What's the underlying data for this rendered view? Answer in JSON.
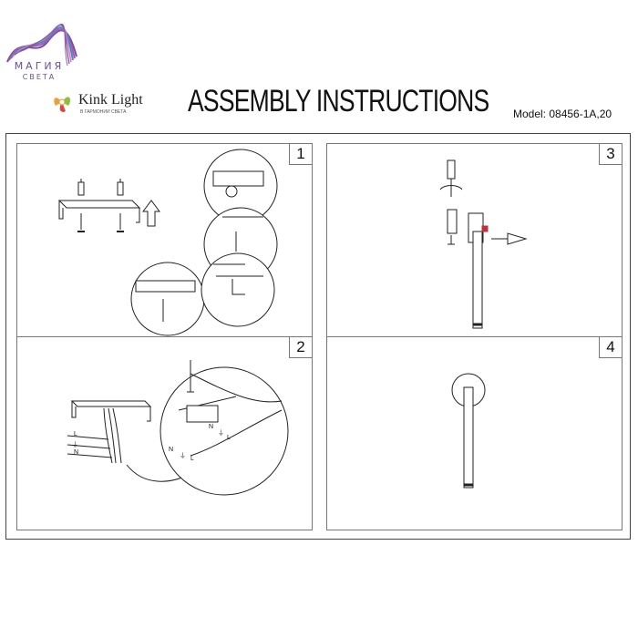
{
  "header": {
    "magia_logo": {
      "word": "МАГИЯ",
      "subword": "СВЕТА"
    },
    "kink_logo": {
      "brand": "Kink Light",
      "tagline": "В ГАРМОНИИ СВЕТА"
    },
    "title": "ASSEMBLY INSTRUCTIONS",
    "model": "Model: 08456-1A,20"
  },
  "panels": [
    {
      "step": "1"
    },
    {
      "step": "2",
      "wire_labels": [
        "L",
        "⏚",
        "N"
      ],
      "terminal_labels": [
        "N",
        "⏚",
        "L"
      ],
      "zoom_labels": [
        "N",
        "⏚",
        "L"
      ]
    },
    {
      "step": "3"
    },
    {
      "step": "4"
    }
  ],
  "colors": {
    "line": "#222222",
    "frame": "#444444",
    "accent_red": "#c0303a",
    "logo_purple": "#6a4fa0"
  }
}
